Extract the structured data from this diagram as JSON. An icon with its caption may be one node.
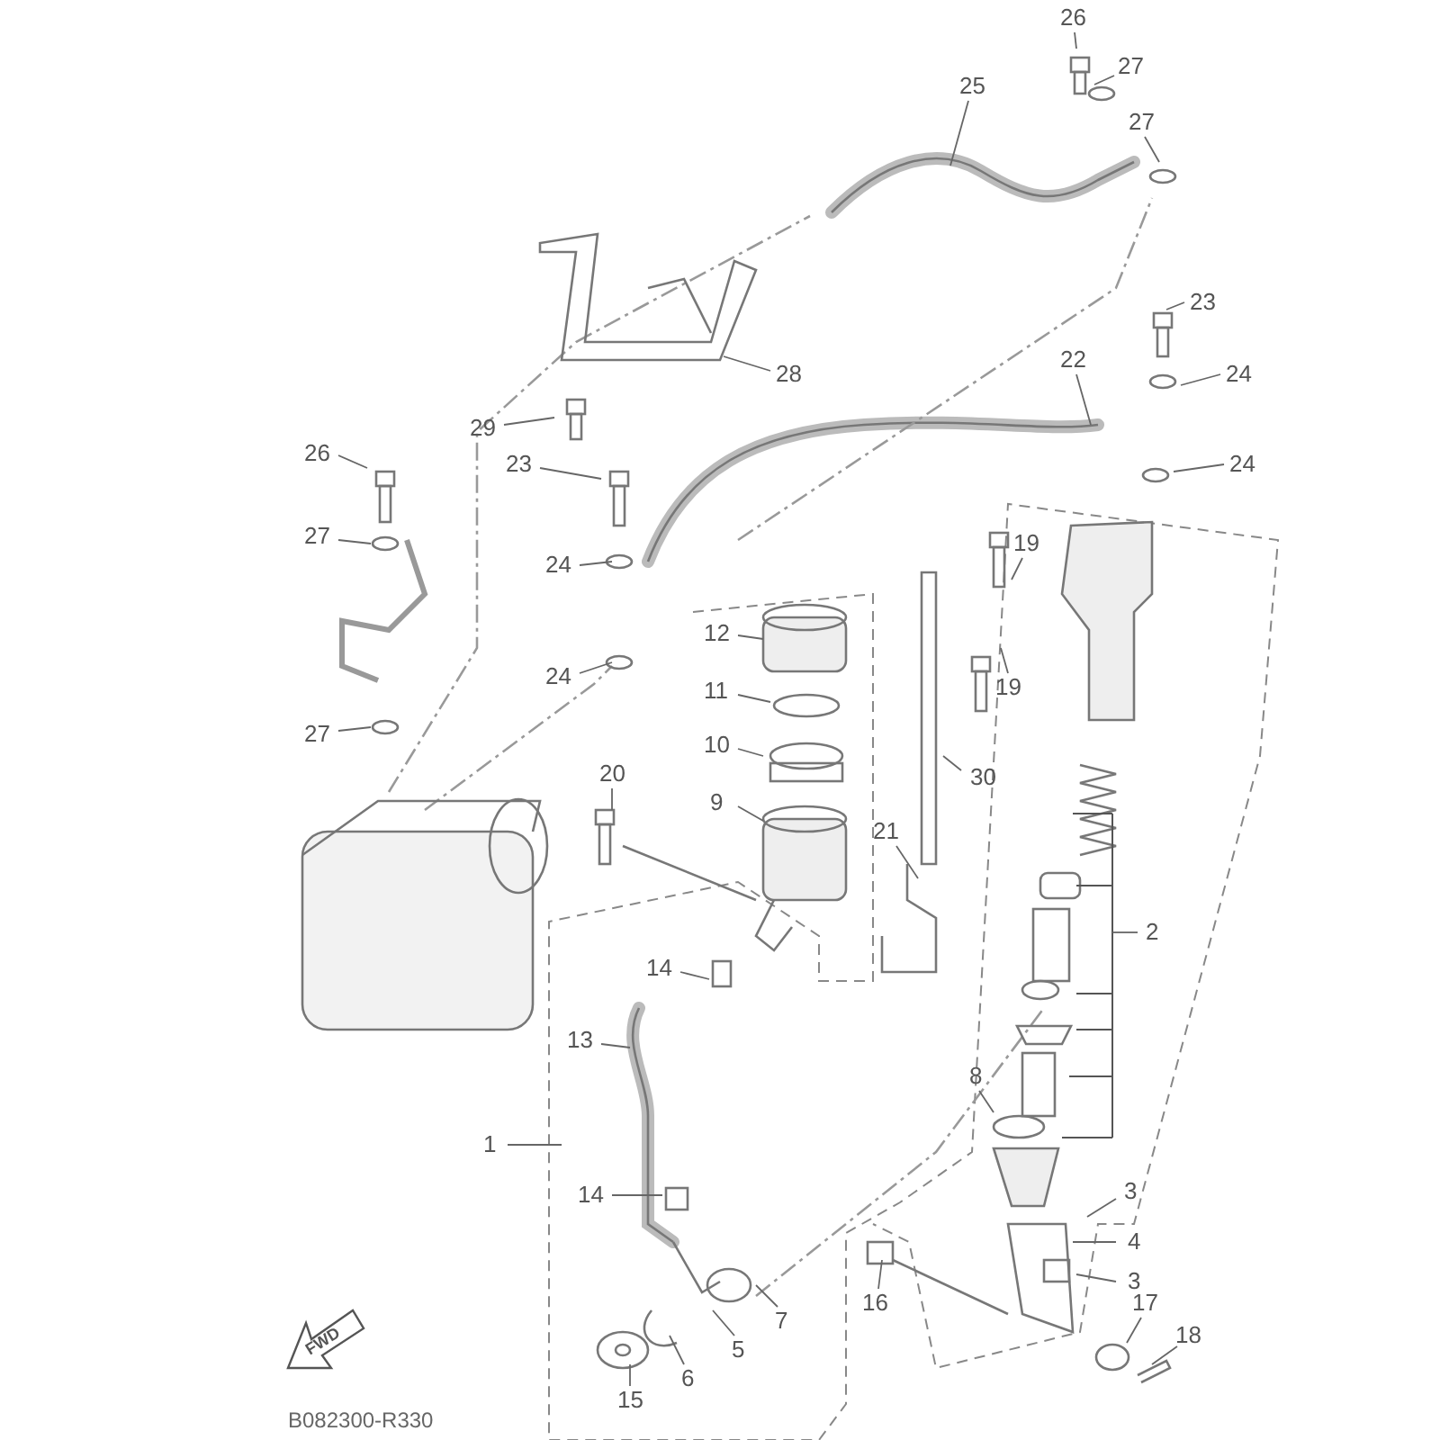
{
  "diagram": {
    "nodes": [
      {
        "text": [
          "26"
        ]
      },
      {
        "text": [
          "27"
        ]
      },
      {
        "text": [
          "27"
        ]
      },
      {
        "text": [
          "25"
        ]
      },
      {
        "text": [
          "23"
        ]
      },
      {
        "text": [
          "24"
        ]
      },
      {
        "text": [
          "22"
        ]
      },
      {
        "text": [
          "24"
        ]
      },
      {
        "text": [
          "28"
        ]
      },
      {
        "text": [
          "29"
        ]
      },
      {
        "text": [
          "26"
        ]
      },
      {
        "text": [
          "23"
        ]
      },
      {
        "text": [
          "27"
        ]
      },
      {
        "text": [
          "19"
        ]
      },
      {
        "text": [
          "24"
        ]
      },
      {
        "text": [
          "12"
        ]
      },
      {
        "text": [
          "24"
        ]
      },
      {
        "text": [
          "11"
        ]
      },
      {
        "text": [
          "27"
        ]
      },
      {
        "text": [
          "10"
        ]
      },
      {
        "text": [
          "19"
        ]
      },
      {
        "text": [
          "30"
        ]
      },
      {
        "text": [
          "20"
        ]
      },
      {
        "text": [
          "9"
        ]
      },
      {
        "text": [
          "21"
        ]
      },
      {
        "text": [
          "2"
        ]
      },
      {
        "text": [
          "14"
        ]
      },
      {
        "text": [
          "13"
        ]
      },
      {
        "text": [
          "8"
        ]
      },
      {
        "text": [
          "1"
        ]
      },
      {
        "text": [
          "14"
        ]
      },
      {
        "text": [
          "3"
        ]
      },
      {
        "text": [
          "4"
        ]
      },
      {
        "text": [
          "3"
        ]
      },
      {
        "text": [
          "16"
        ]
      },
      {
        "text": [
          "7"
        ]
      },
      {
        "text": [
          "5"
        ]
      },
      {
        "text": [
          "6"
        ]
      },
      {
        "text": [
          "17"
        ]
      },
      {
        "text": [
          "15"
        ]
      },
      {
        "text": [
          "18"
        ]
      },
      {
        "text": [],
        "shape": "bracket"
      }
    ],
    "edges": [
      {
        "from": 0,
        "to": null,
        "arrow": "none"
      },
      {
        "from": 1,
        "to": null,
        "arrow": "none"
      },
      {
        "from": 2,
        "to": null,
        "arrow": "none"
      },
      {
        "from": 3,
        "to": null,
        "arrow": "none"
      },
      {
        "from": 4,
        "to": null,
        "arrow": "none"
      },
      {
        "from": 5,
        "to": null,
        "arrow": "none"
      },
      {
        "from": 6,
        "to": null,
        "arrow": "none"
      },
      {
        "from": 7,
        "to": null,
        "arrow": "none"
      },
      {
        "from": 8,
        "to": null,
        "arrow": "none"
      },
      {
        "from": 9,
        "to": null,
        "arrow": "none"
      },
      {
        "from": 10,
        "to": null,
        "arrow": "none"
      },
      {
        "from": 11,
        "to": null,
        "arrow": "none"
      },
      {
        "from": 12,
        "to": null,
        "arrow": "none"
      },
      {
        "from": 13,
        "to": null,
        "arrow": "none"
      },
      {
        "from": 14,
        "to": null,
        "arrow": "none"
      },
      {
        "from": 15,
        "to": null,
        "arrow": "none"
      },
      {
        "from": 16,
        "to": null,
        "arrow": "none"
      },
      {
        "from": 17,
        "to": null,
        "arrow": "none"
      },
      {
        "from": 18,
        "to": null,
        "arrow": "none"
      },
      {
        "from": 19,
        "to": null,
        "arrow": "none"
      },
      {
        "from": 20,
        "to": null,
        "arrow": "none"
      },
      {
        "from": 21,
        "to": null,
        "arrow": "none"
      },
      {
        "from": 22,
        "to": null,
        "arrow": "none"
      },
      {
        "from": 23,
        "to": null,
        "arrow": "none"
      },
      {
        "from": 24,
        "to": null,
        "arrow": "none"
      },
      {
        "from": 25,
        "to": 41,
        "arrow": "none"
      },
      {
        "from": 26,
        "to": null,
        "arrow": "none"
      },
      {
        "from": 27,
        "to": null,
        "arrow": "none"
      },
      {
        "from": 28,
        "to": null,
        "arrow": "none"
      },
      {
        "from": 29,
        "to": null,
        "arrow": "none"
      },
      {
        "from": 30,
        "to": null,
        "arrow": "none"
      },
      {
        "from": 31,
        "to": null,
        "arrow": "none"
      },
      {
        "from": 32,
        "to": null,
        "arrow": "none"
      },
      {
        "from": 33,
        "to": null,
        "arrow": "none"
      },
      {
        "from": 34,
        "to": null,
        "arrow": "none"
      },
      {
        "from": 35,
        "to": null,
        "arrow": "none"
      },
      {
        "from": 36,
        "to": null,
        "arrow": "none"
      },
      {
        "from": 37,
        "to": null,
        "arrow": "none"
      },
      {
        "from": 38,
        "to": null,
        "arrow": "none"
      },
      {
        "from": 39,
        "to": null,
        "arrow": "none"
      },
      {
        "from": 40,
        "to": null,
        "arrow": "none"
      }
    ],
    "labels": [
      "FWD",
      "B082300-R330"
    ]
  }
}
